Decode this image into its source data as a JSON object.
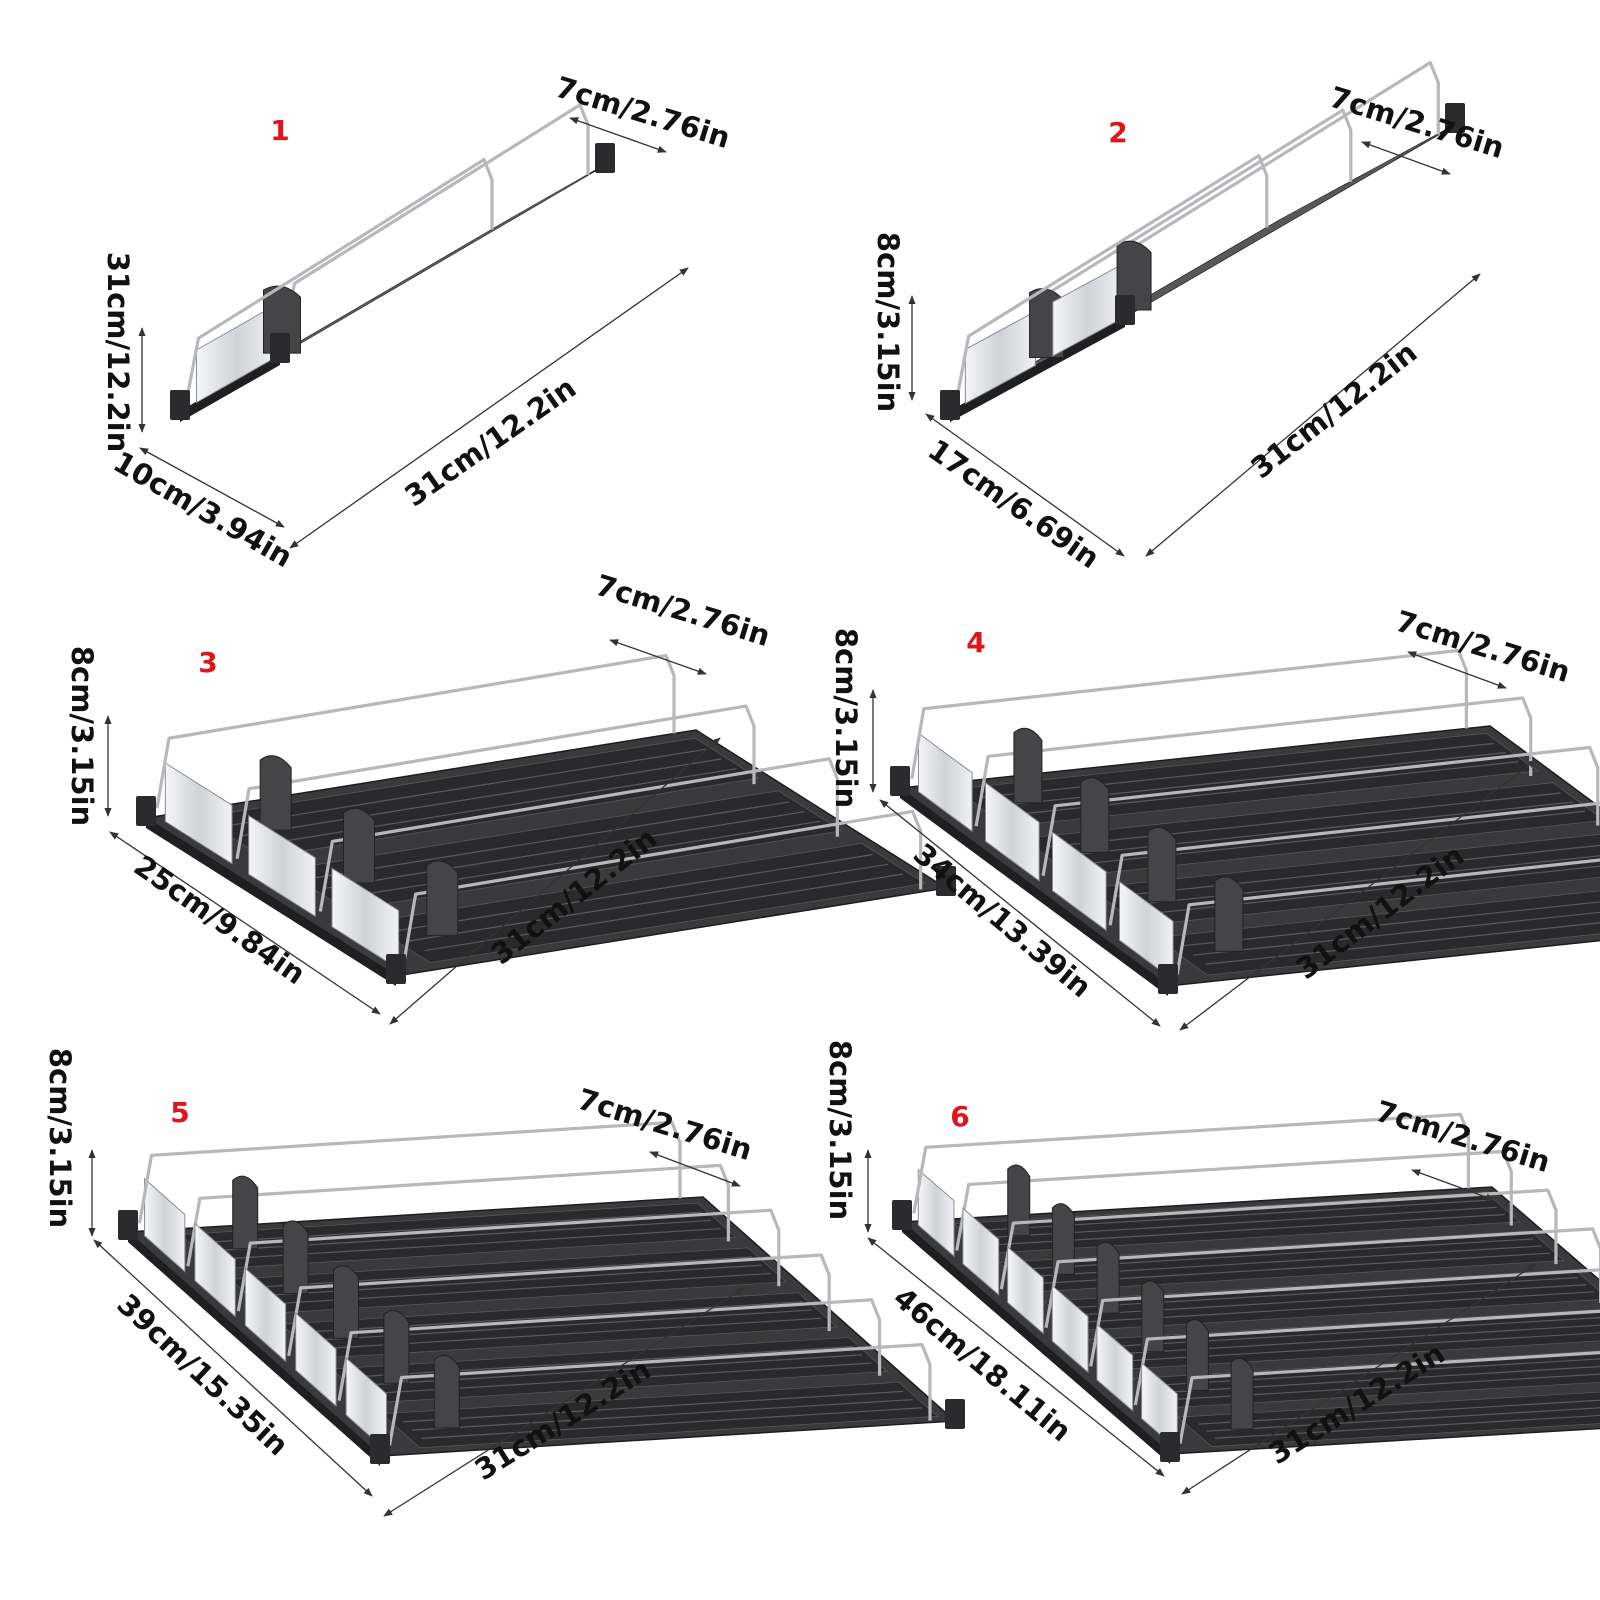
{
  "colors": {
    "background": "#ffffff",
    "number_label": "#e0141b",
    "dimension_text": "#111111",
    "rack_base": "#3a3a3c",
    "rack_dark": "#2a2a2c",
    "wire": "#b8b8bc",
    "clear_panel": "#e4e6ea"
  },
  "panels": [
    {
      "number": "1",
      "lanes": 1,
      "height": "31cm/12.2in",
      "width": "10cm/3.94in",
      "depth": "31cm/12.2in",
      "lane_width": "7cm/2.76in"
    },
    {
      "number": "2",
      "lanes": 2,
      "height": "8cm/3.15in",
      "width": "17cm/6.69in",
      "depth": "31cm/12.2in",
      "lane_width": "7cm/2.76in"
    },
    {
      "number": "3",
      "lanes": 3,
      "height": "8cm/3.15in",
      "width": "25cm/9.84in",
      "depth": "31cm/12.2in",
      "lane_width": "7cm/2.76in"
    },
    {
      "number": "4",
      "lanes": 4,
      "height": "8cm/3.15in",
      "width": "34cm/13.39in",
      "depth": "31cm/12.2in",
      "lane_width": "7cm/2.76in"
    },
    {
      "number": "5",
      "lanes": 5,
      "height": "8cm/3.15in",
      "width": "39cm/15.35in",
      "depth": "31cm/12.2in",
      "lane_width": "7cm/2.76in"
    },
    {
      "number": "6",
      "lanes": 6,
      "height": "8cm/3.15in",
      "width": "46cm/18.11in",
      "depth": "31cm/12.2in",
      "lane_width": "7cm/2.76in"
    }
  ]
}
